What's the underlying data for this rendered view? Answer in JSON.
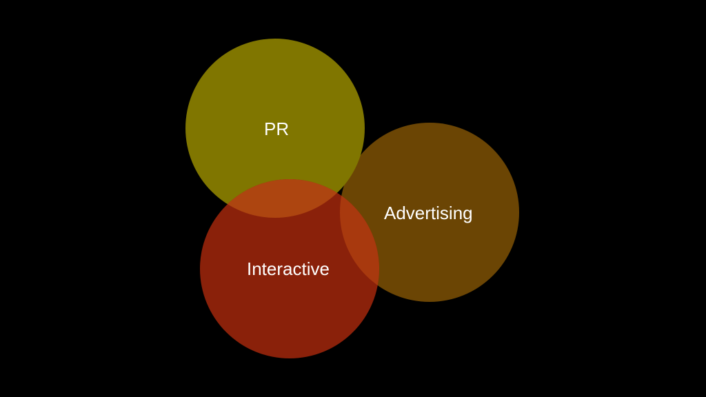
{
  "venn": {
    "circles": [
      {
        "id": "pr",
        "label": "PR",
        "color": "#807600"
      },
      {
        "id": "advertising",
        "label": "Advertising",
        "color": "#6b4504"
      },
      {
        "id": "interactive",
        "label": "Interactive",
        "color": "#8a210a"
      }
    ],
    "overlap_colors": {
      "pr_interactive": "#ad4510",
      "advertising_interactive": "#a8390e"
    }
  }
}
